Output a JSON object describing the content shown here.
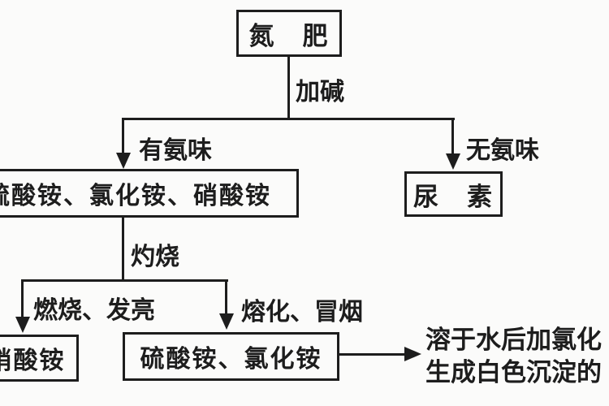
{
  "diagram": {
    "nodes": {
      "root": "氮　肥",
      "salts": "硫酸铵、氯化铵、硝酸铵",
      "urea": "尿　素",
      "nitrate": "硝酸铵",
      "sulfate_chloride": "硫酸铵、氯化铵"
    },
    "edges": {
      "add_alkali": "加碱",
      "has_ammonia": "有氨味",
      "no_ammonia": "无氨味",
      "ignite": "灼烧",
      "burn_bright": "燃烧、发亮",
      "melt_smoke": "熔化、冒烟"
    },
    "note": {
      "line1": "溶于水后加氯化",
      "line2": "生成白色沉淀的"
    },
    "colors": {
      "ink": "#1d1d1d",
      "background": "#fbfbfa"
    }
  }
}
